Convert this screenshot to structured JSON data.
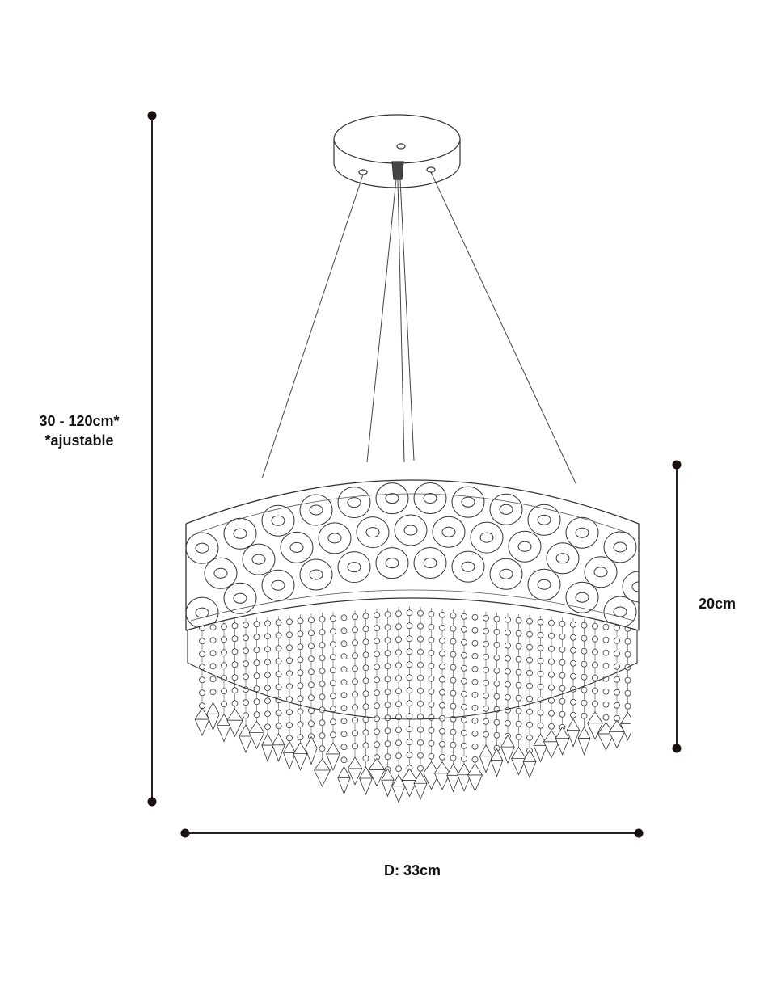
{
  "dimensions": {
    "overall_height": {
      "value": "30 - 120cm*",
      "note": "*ajustable"
    },
    "shade_height": "20cm",
    "diameter": "D: 33cm"
  },
  "colors": {
    "line": "#222222",
    "marker": "#1a1210",
    "background": "#ffffff"
  }
}
